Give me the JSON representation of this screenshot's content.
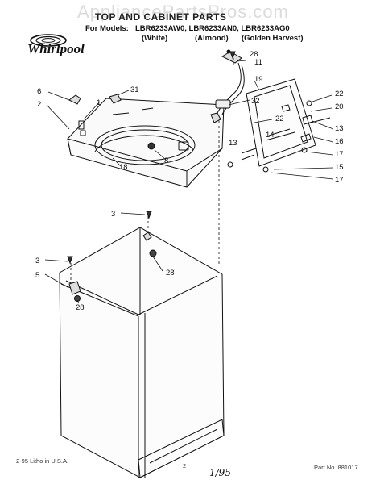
{
  "watermark": "AppliancePartsPros.com",
  "title": "TOP AND CABINET PARTS",
  "models": {
    "prefix": "For Models:",
    "list": "LBR6233AW0, LBR6233AN0, LBR6233AG0",
    "colors": [
      "(White)",
      "(Almond)",
      "(Golden Harvest)"
    ]
  },
  "logo": {
    "brand": "Whirlpool",
    "icon": "whirlpool-swirl-logo"
  },
  "callouts": {
    "c28a": "28",
    "c11": "11",
    "c19": "19",
    "c22a": "22",
    "c20": "20",
    "c32": "32",
    "c22b": "22",
    "c13a": "13",
    "c14": "14",
    "c16": "16",
    "c13b": "13",
    "c17a": "17",
    "c15": "15",
    "c17b": "17",
    "c6": "6",
    "c31": "31",
    "c1": "1",
    "c2": "2",
    "c18": "18",
    "c8": "8",
    "c3a": "3",
    "c28b": "28",
    "c3b": "3",
    "c5": "5",
    "c28c": "28"
  },
  "footer": {
    "left": "2-95  Litho in U.S.A.",
    "page": "2",
    "handwritten": "1/95",
    "part_no": "Part No. 881017"
  }
}
